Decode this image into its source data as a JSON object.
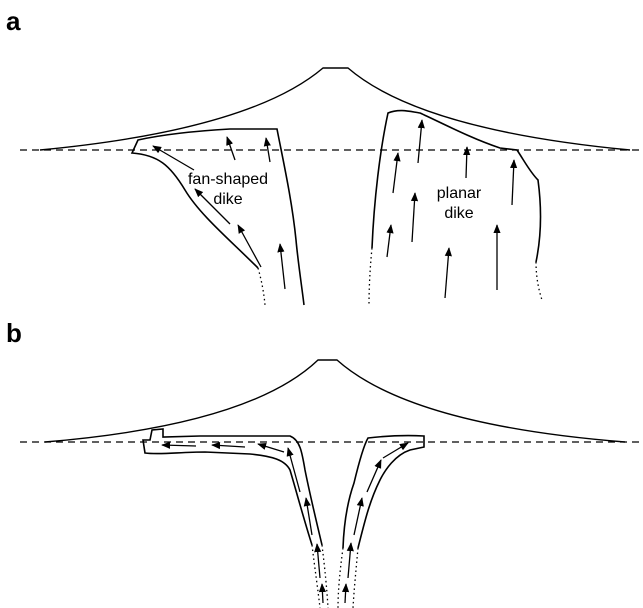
{
  "panels": [
    {
      "letter": "a",
      "labels": {
        "fan_line1": "fan-shaped",
        "fan_line2": "dike",
        "planar_line1": "planar",
        "planar_line2": "dike"
      }
    },
    {
      "letter": "b"
    }
  ],
  "colors": {
    "line": "#000000",
    "background": "#ffffff"
  }
}
